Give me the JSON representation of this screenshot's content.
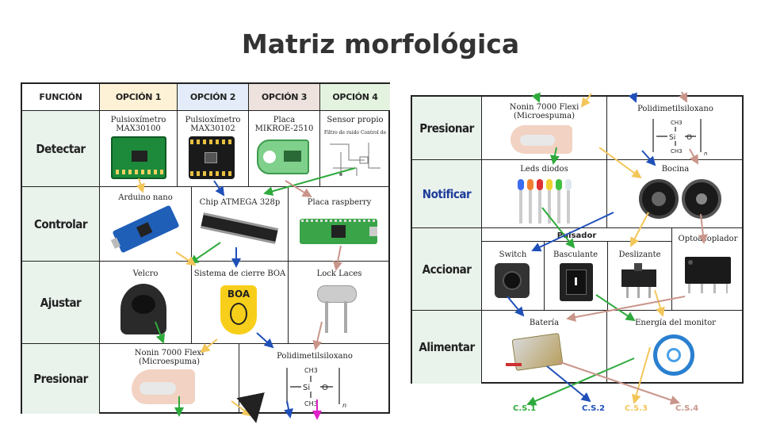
{
  "title": "Matriz morfológica",
  "left": {
    "headers": [
      "FUNCIÓN",
      "OPCIÓN 1",
      "OPCIÓN 2",
      "OPCIÓN 3",
      "OPCIÓN 4"
    ],
    "rows": {
      "detectar": "Detectar",
      "controlar": "Controlar",
      "ajustar": "Ajustar",
      "presionar": "Presionar"
    },
    "cells": {
      "max30100": "Pulsioxímetro\nMAX30100",
      "max30102": "Pulsioxímetro\nMAX30102",
      "mikroe": "Placa\nMIKROE-2510",
      "sensor": "Sensor propio",
      "sensor_sub": "Filtro de ruido Control de leds",
      "arduino": "Arduino nano",
      "chip": "Chip ATMEGA 328p",
      "raspberry": "Placa raspberry",
      "velcro": "Velcro",
      "boa": "Sistema de cierre BOA",
      "boa_logo": "BOA",
      "lock": "Lock Laces",
      "nonin": "Nonin 7000 Flexi\n(Microespuma)",
      "polidimetil": "Polidimetilsiloxano"
    }
  },
  "right": {
    "rows": {
      "presionar": "Presionar",
      "notificar": "Notificar",
      "accionar": "Accionar",
      "alimentar": "Alimentar"
    },
    "cells": {
      "nonin": "Nonin 7000 Flexi\n(Microespuma)",
      "polidimetil": "Polidimetilsiloxano",
      "leds": "Leds diodos",
      "bocina": "Bocina",
      "pulsador": "Pulsador",
      "switch": "Switch",
      "basculante": "Basculante",
      "deslizante": "Deslizante",
      "opto": "Optoacoplador",
      "bateria": "Batería",
      "energia": "Energía del monitor"
    },
    "solutions": [
      "C.S.1",
      "C.S.2",
      "C.S.3",
      "C.S.4"
    ]
  },
  "formula": {
    "ch3": "CH3",
    "si": "Si",
    "o": "O",
    "n": "n"
  },
  "colors": {
    "green": "#2eaa3c",
    "blue": "#1f4fb8",
    "yellow": "#f3c65a",
    "pink": "#c9958a",
    "magenta": "#e020c8",
    "notificar": "#1e3c9a"
  }
}
